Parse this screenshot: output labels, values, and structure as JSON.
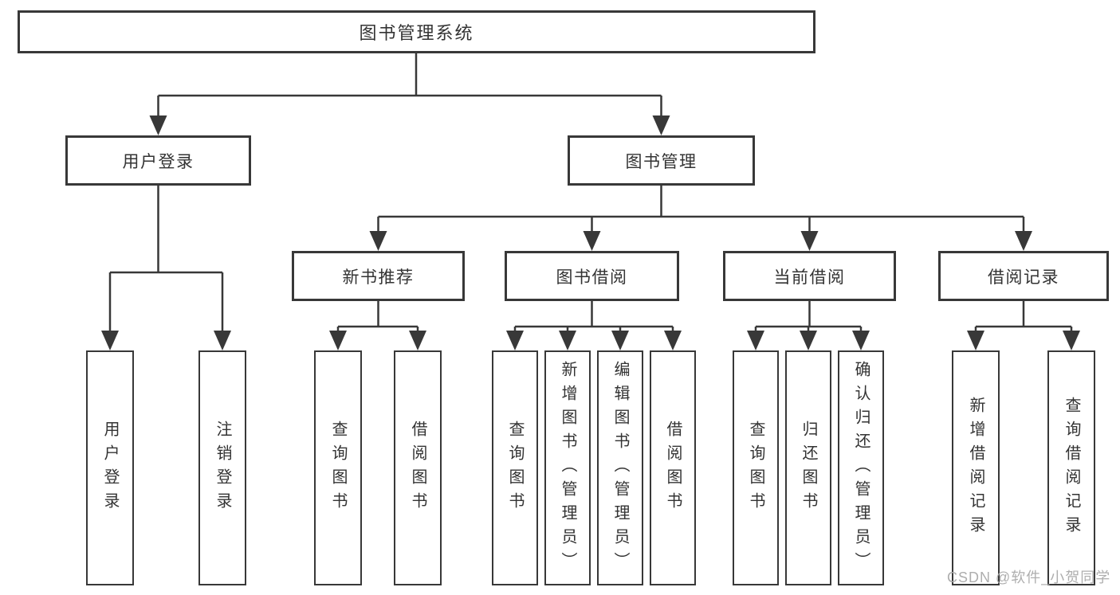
{
  "diagram": {
    "colors": {
      "line": "#383838",
      "box_border": "#383838",
      "text": "#333333",
      "watermark_text": "#aeaeae",
      "background": "#ffffff"
    },
    "tree": {
      "root": {
        "label": "图书管理系统"
      },
      "level1": [
        {
          "label": "用户登录",
          "leaves": [
            {
              "label": "用户登录"
            },
            {
              "label": "注销登录"
            }
          ]
        },
        {
          "label": "图书管理",
          "groups": [
            {
              "label": "新书推荐",
              "leaves": [
                {
                  "label": "查询图书"
                },
                {
                  "label": "借阅图书"
                }
              ]
            },
            {
              "label": "图书借阅",
              "leaves": [
                {
                  "label": "查询图书"
                },
                {
                  "label": "新增图书（管理员）"
                },
                {
                  "label": "编辑图书（管理员）"
                },
                {
                  "label": "借阅图书"
                }
              ]
            },
            {
              "label": "当前借阅",
              "leaves": [
                {
                  "label": "查询图书"
                },
                {
                  "label": "归还图书"
                },
                {
                  "label": "确认归还（管理员）"
                }
              ]
            },
            {
              "label": "借阅记录",
              "leaves": [
                {
                  "label": "新增借阅记录"
                },
                {
                  "label": "查询借阅记录"
                }
              ]
            }
          ]
        }
      ]
    },
    "watermark": "CSDN @软件_小贺同学"
  }
}
